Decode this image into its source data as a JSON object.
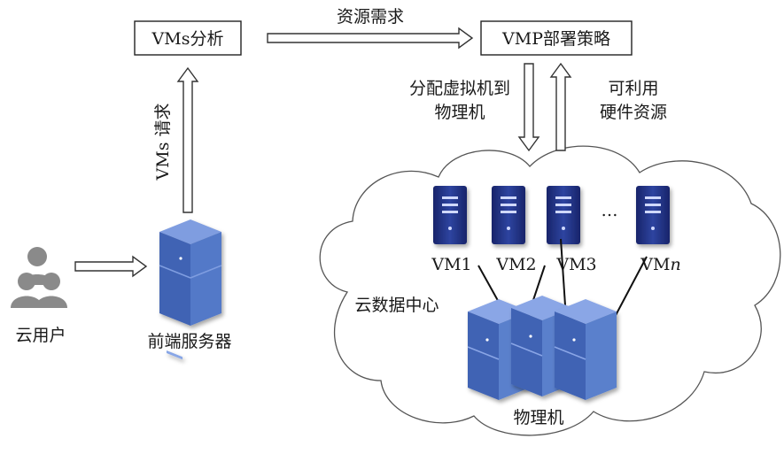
{
  "nodes": {
    "vms_analysis": "VMs分析",
    "vmp_policy": "VMP部署策略",
    "cloud_user": "云用户",
    "front_server": "前端服务器",
    "cloud_datacenter": "云数据中心",
    "physical_machine": "物理机"
  },
  "edges": {
    "resource_demand": "资源需求",
    "vms_request": "VMs 请求",
    "allocate_line1": "分配虚拟机到",
    "allocate_line2": "物理机",
    "available_line1": "可利用",
    "available_line2": "硬件资源"
  },
  "vms": {
    "labels": [
      "VM1",
      "VM2",
      "VM3"
    ],
    "ellipsis": "…",
    "last_prefix": "VM",
    "last_suffix": "n"
  },
  "colors": {
    "server_blue": "#4a6fc0",
    "vm_navy": "#1f2f7a",
    "user_gray": "#8a8a8a"
  }
}
